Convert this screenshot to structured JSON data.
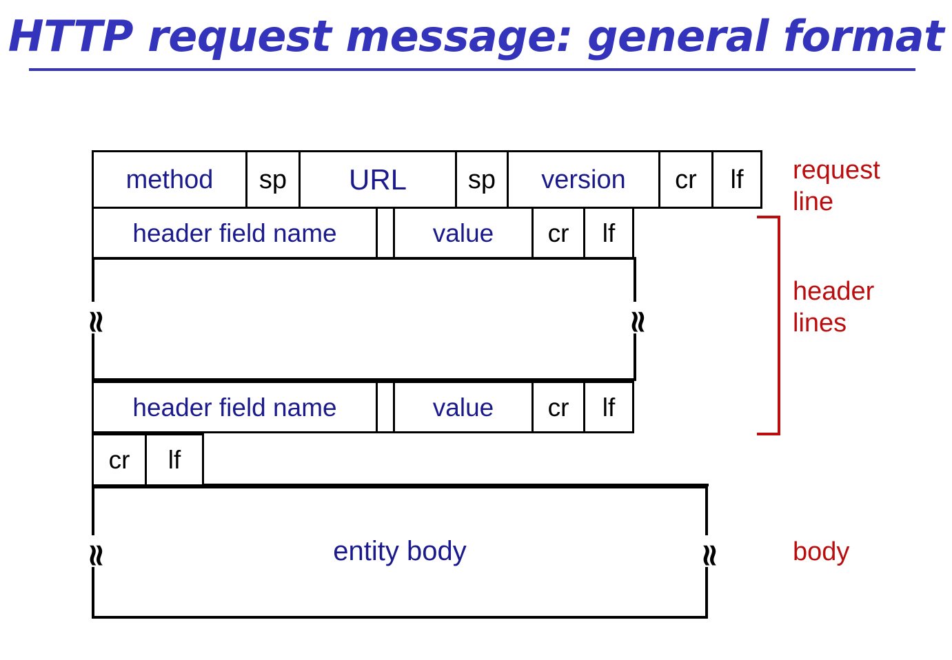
{
  "slide": {
    "title": "HTTP request message: general format"
  },
  "colors": {
    "title_blue": "#3333bb",
    "field_blue": "#1a1a8c",
    "annotation_red": "#bb0d0d",
    "line_black": "#000000",
    "background": "#ffffff"
  },
  "diagram": {
    "type": "message-format",
    "rows": [
      {
        "name": "request-line",
        "cells": [
          {
            "label": "method",
            "style": "blue"
          },
          {
            "label": "sp",
            "style": "black"
          },
          {
            "label": "URL",
            "style": "blue"
          },
          {
            "label": "sp",
            "style": "black"
          },
          {
            "label": "version",
            "style": "blue"
          },
          {
            "label": "cr",
            "style": "black"
          },
          {
            "label": "lf",
            "style": "black"
          }
        ]
      },
      {
        "name": "header-line-first",
        "cells": [
          {
            "label": "header field name",
            "style": "blue"
          },
          {
            "label": "",
            "style": "blue"
          },
          {
            "label": "value",
            "style": "blue"
          },
          {
            "label": "cr",
            "style": "black"
          },
          {
            "label": "lf",
            "style": "black"
          }
        ]
      },
      {
        "name": "header-lines-continuation",
        "cells": [],
        "break_marker": "≈"
      },
      {
        "name": "header-line-last",
        "cells": [
          {
            "label": "header field name",
            "style": "blue"
          },
          {
            "label": "",
            "style": "blue"
          },
          {
            "label": "value",
            "style": "blue"
          },
          {
            "label": "cr",
            "style": "black"
          },
          {
            "label": "lf",
            "style": "black"
          }
        ]
      },
      {
        "name": "blank-line",
        "cells": [
          {
            "label": "cr",
            "style": "black"
          },
          {
            "label": "lf",
            "style": "black"
          }
        ]
      },
      {
        "name": "entity-body",
        "cells": [
          {
            "label": "entity body",
            "style": "blue"
          }
        ],
        "break_marker": "≈"
      }
    ],
    "break_marker_glyph": "≈"
  },
  "annotations": [
    {
      "name": "request-line-label",
      "text": "request\nline",
      "color": "#bb0d0d",
      "bracket": false
    },
    {
      "name": "header-lines-label",
      "text": "header\nlines",
      "color": "#bb0d0d",
      "bracket": true
    },
    {
      "name": "body-label",
      "text": "body",
      "color": "#bb0d0d",
      "bracket": false
    }
  ]
}
